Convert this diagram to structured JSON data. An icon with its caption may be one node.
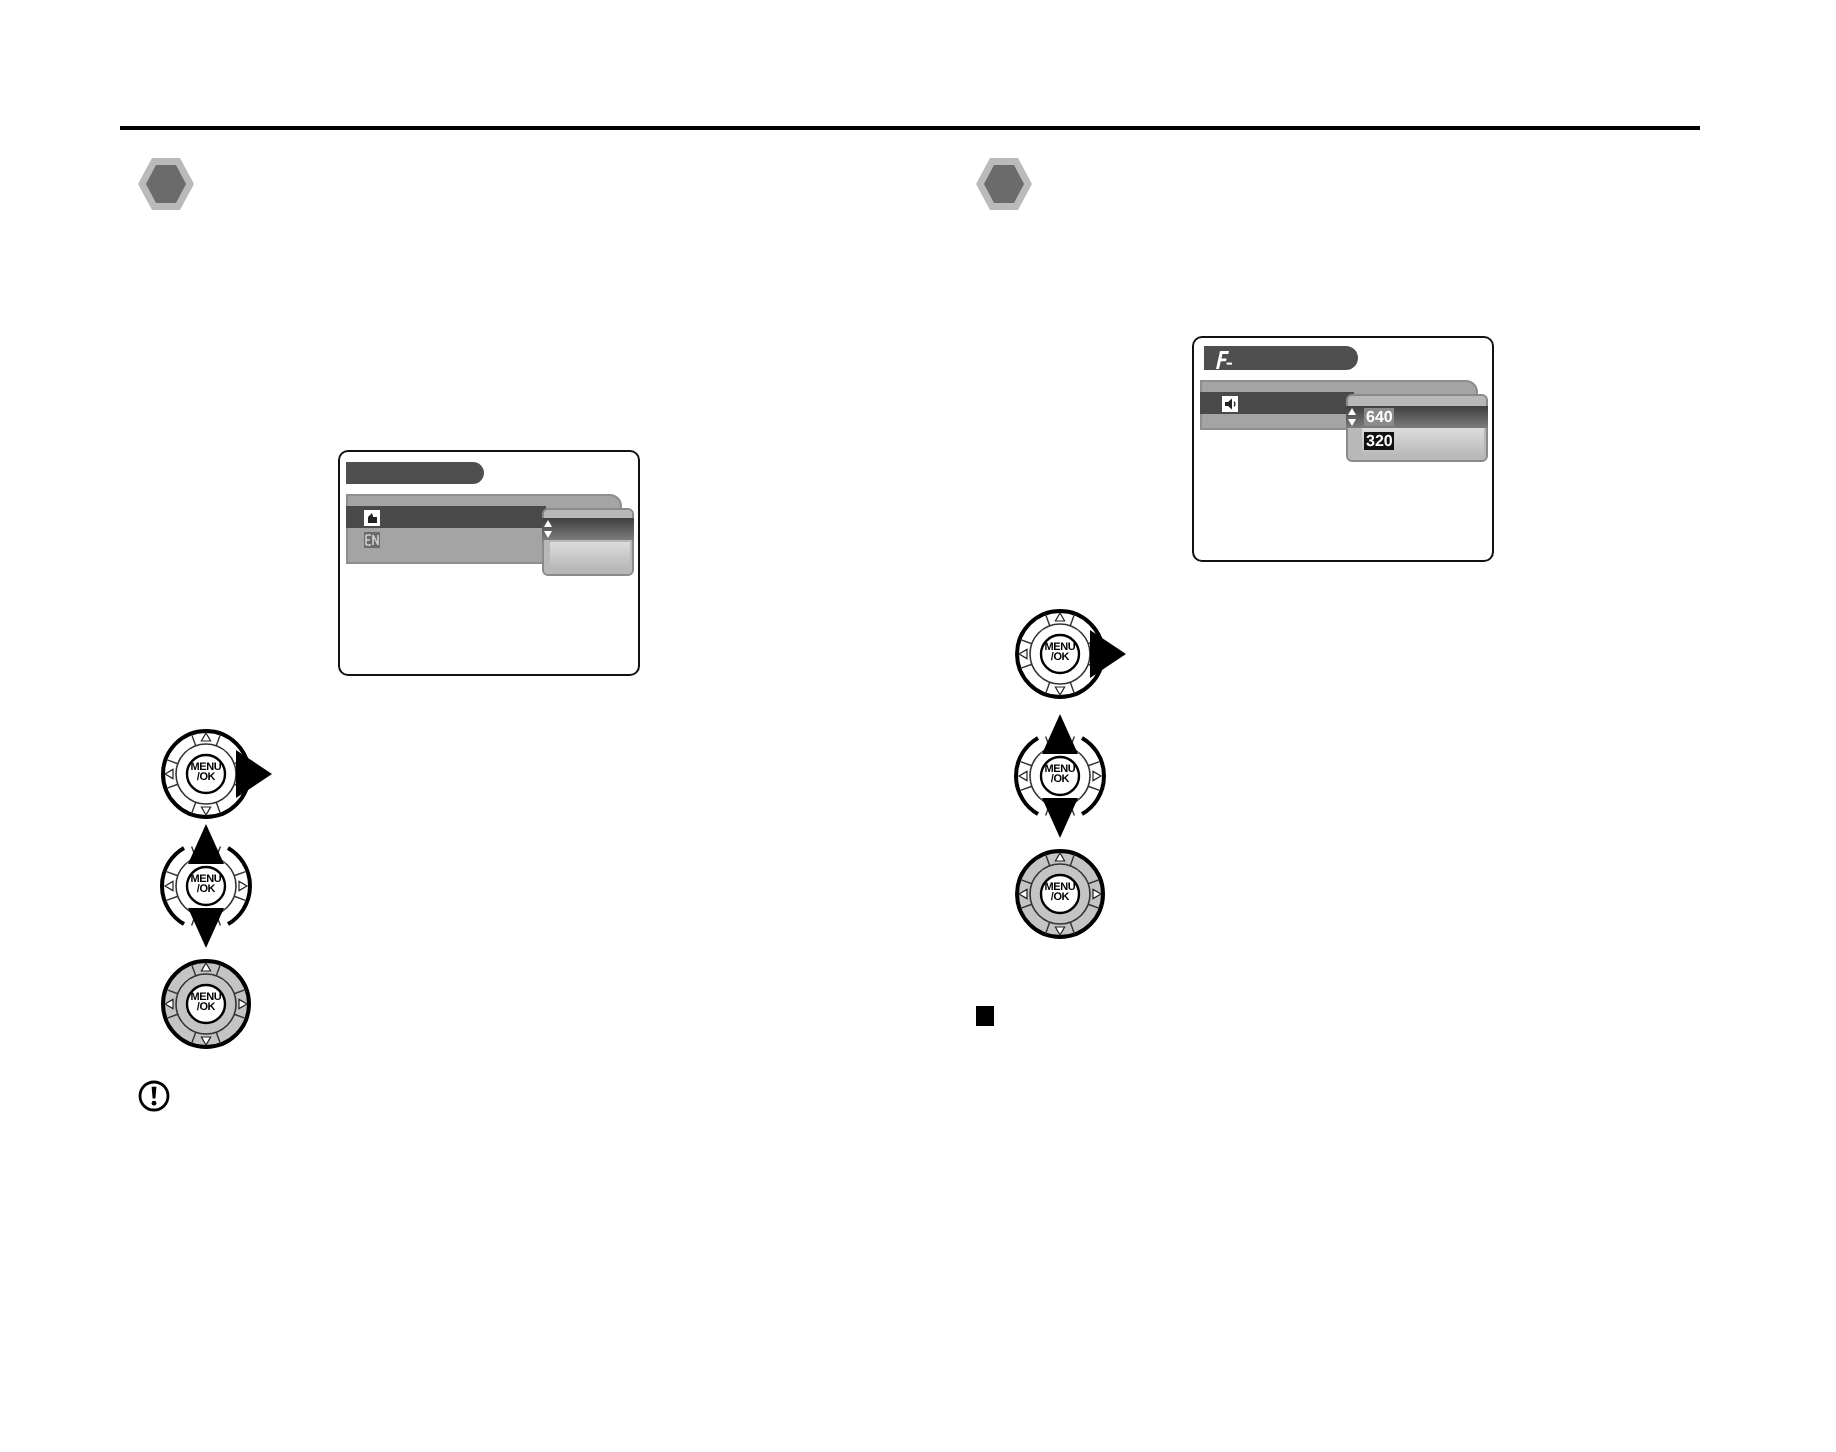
{
  "diagram": {
    "labels": [
      "MENU /OK",
      "MENU /OK",
      "MENU /OK",
      "640",
      "320",
      "MENU /OK",
      "MENU /OK",
      "MENU /OK"
    ]
  }
}
